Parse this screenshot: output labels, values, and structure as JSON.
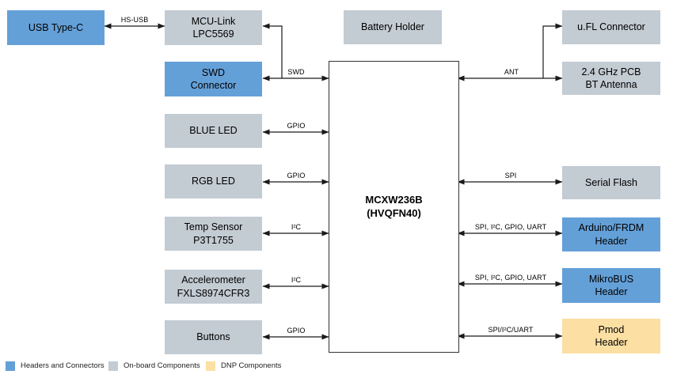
{
  "boxes": {
    "usb": {
      "lines": [
        "USB Type-C",
        ""
      ]
    },
    "mcu_link": {
      "lines": [
        "MCU-Link",
        "LPC5569"
      ]
    },
    "swd_connector": {
      "lines": [
        "SWD",
        "Connector"
      ]
    },
    "blue_led": {
      "lines": [
        "BLUE LED",
        ""
      ]
    },
    "rgb_led": {
      "lines": [
        "RGB LED",
        ""
      ]
    },
    "temp_sensor": {
      "lines": [
        "Temp Sensor",
        "P3T1755"
      ]
    },
    "accelerometer": {
      "lines": [
        "Accelerometer",
        "FXLS8974CFR3"
      ]
    },
    "buttons": {
      "lines": [
        "Buttons",
        ""
      ]
    },
    "battery": {
      "lines": [
        "Battery Holder",
        ""
      ]
    },
    "chip": {
      "lines": [
        "MCXW236B",
        "(HVQFN40)"
      ]
    },
    "ufl": {
      "lines": [
        "u.FL Connector",
        ""
      ]
    },
    "antenna": {
      "lines": [
        "2.4 GHz PCB",
        "BT Antenna"
      ]
    },
    "serial_flash": {
      "lines": [
        "Serial Flash",
        ""
      ]
    },
    "arduino": {
      "lines": [
        "Arduino/FRDM",
        "Header"
      ]
    },
    "mikrobus": {
      "lines": [
        "MikroBUS",
        "Header"
      ]
    },
    "pmod": {
      "lines": [
        "Pmod",
        "Header"
      ]
    }
  },
  "wires": {
    "hs_usb": "HS-USB",
    "swd": "SWD",
    "gpio_blue": "GPIO",
    "gpio_rgb": "GPIO",
    "i2c_temp": "I²C",
    "i2c_accel": "I²C",
    "gpio_buttons": "GPIO",
    "ant": "ANT",
    "spi": "SPI",
    "arduino_bus": "SPI, I²C, GPIO, UART",
    "mikrobus_bus": "SPI, I²C, GPIO, UART",
    "pmod_bus": "SPI/I²C/UART"
  },
  "legend": {
    "items": [
      {
        "label": "Headers and Connectors"
      },
      {
        "label": "On-board Components"
      },
      {
        "label": "DNP Components"
      }
    ]
  },
  "colors": {
    "headers_connectors": "#64A0D8",
    "onboard_components": "#C3CBD3",
    "dnp_components": "#FCDFA3",
    "wire": "#1A1A1A"
  }
}
